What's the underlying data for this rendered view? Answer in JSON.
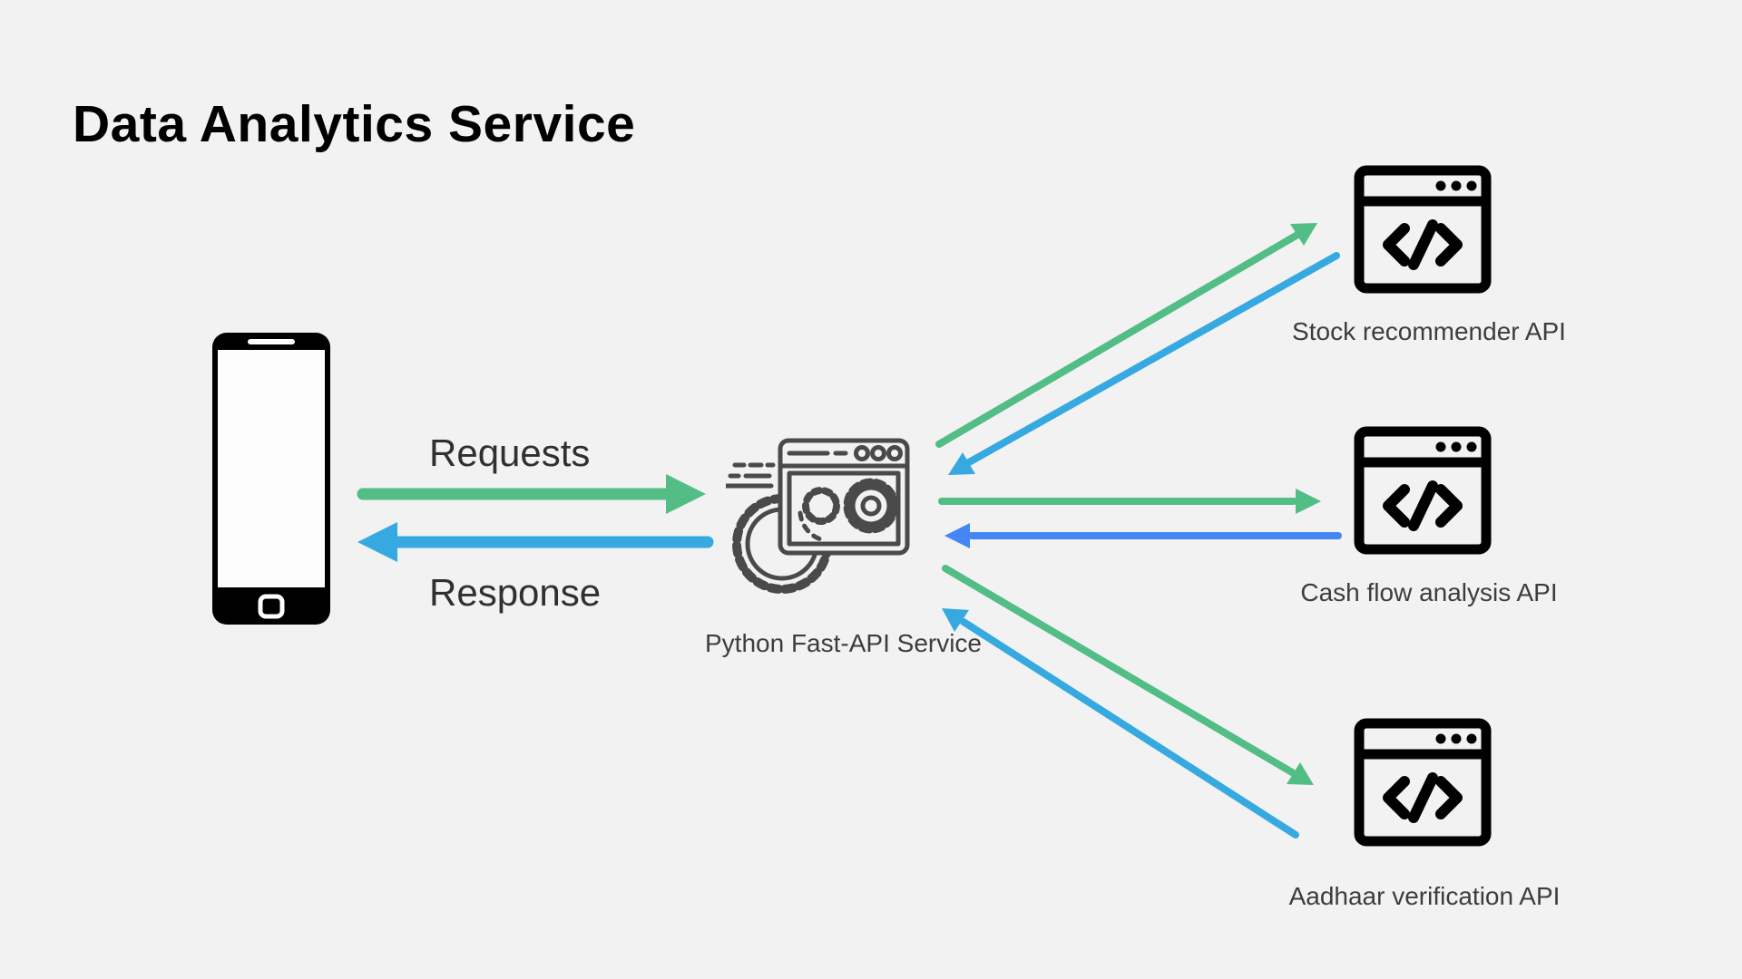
{
  "title": "Data Analytics Service",
  "client": {
    "icon": "smartphone-icon"
  },
  "flows": {
    "requests_label": "Requests",
    "response_label": "Response"
  },
  "service": {
    "icon": "gears-browser-window-icon",
    "label": "Python Fast-API Service"
  },
  "apis": [
    {
      "icon": "code-window-icon",
      "label": "Stock recommender API"
    },
    {
      "icon": "code-window-icon",
      "label": "Cash flow analysis API"
    },
    {
      "icon": "code-window-icon",
      "label": "Aadhaar verification API"
    }
  ],
  "colors": {
    "background": "#f2f2f2",
    "green": "#52bd85",
    "sky_blue": "#36a9e1",
    "royal_blue": "#4486f4",
    "icon_gray": "#4a4a4a",
    "text_dark": "#303030",
    "label_gray": "#3d3d3d",
    "black": "#000000"
  }
}
